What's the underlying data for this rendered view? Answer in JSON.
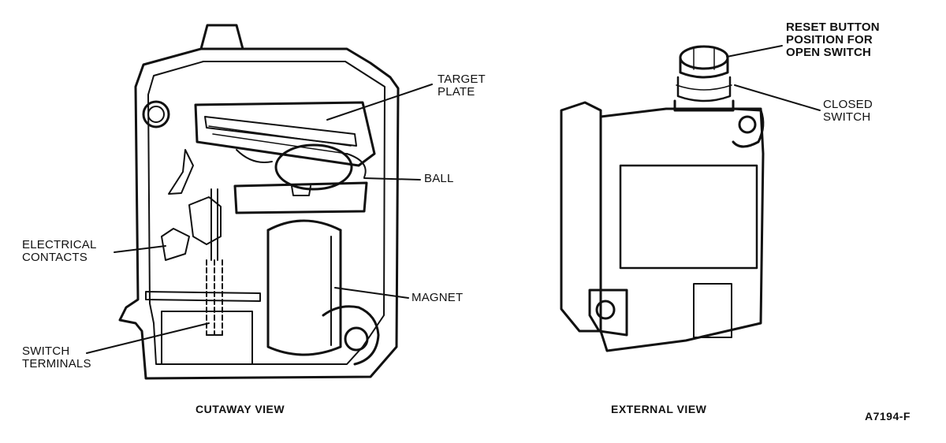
{
  "labels": {
    "target_plate": [
      "TARGET",
      "PLATE"
    ],
    "ball": "BALL",
    "electrical_contacts": [
      "ELECTRICAL",
      "CONTACTS"
    ],
    "magnet": "MAGNET",
    "switch_terminals": [
      "SWITCH",
      "TERMINALS"
    ],
    "reset_button": [
      "RESET BUTTON",
      "POSITION FOR",
      "OPEN SWITCH"
    ],
    "closed_switch": [
      "CLOSED",
      "SWITCH"
    ]
  },
  "captions": {
    "cutaway": "CUTAWAY VIEW",
    "external": "EXTERNAL VIEW"
  },
  "figure_id": "A7194-F",
  "colors": {
    "ink": "#111111",
    "background": "#ffffff"
  }
}
